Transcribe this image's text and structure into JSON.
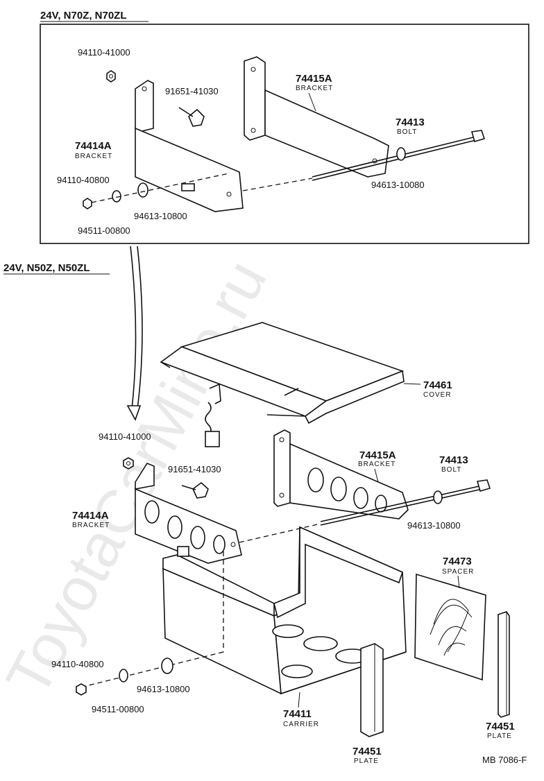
{
  "watermark": "ToyotaCarMine.ru",
  "footer_code": "MB 7086-F",
  "top_panel": {
    "heading": "24V, N70Z, N70ZL",
    "labels": {
      "nut_top": "94110-41000",
      "bolt_small": "91651-41030",
      "bracket_right_num": "74415A",
      "bracket_right_name": "BRACKET",
      "bolt_long_num": "74413",
      "bolt_long_name": "BOLT",
      "bracket_left_num": "74414A",
      "bracket_left_name": "BRACKET",
      "nut_lower": "94110-40800",
      "washer_right": "94613-10080",
      "washer_mid": "94613-10800",
      "lock_washer": "94511-00800"
    }
  },
  "bottom_panel": {
    "heading": "24V, N50Z, N50ZL",
    "labels": {
      "cover_num": "74461",
      "cover_name": "COVER",
      "nut_top": "94110-41000",
      "bolt_small": "91651-41030",
      "bracket_right_num": "74415A",
      "bracket_right_name": "BRACKET",
      "bolt_long_num": "74413",
      "bolt_long_name": "BOLT",
      "bracket_left_num": "74414A",
      "bracket_left_name": "BRACKET",
      "washer_right": "94613-10800",
      "spacer_num": "74473",
      "spacer_name": "SPACER",
      "nut_lower": "94110-40800",
      "washer_mid": "94613-10800",
      "lock_washer": "94511-00800",
      "carrier_num": "74411",
      "carrier_name": "CARRIER",
      "plate_left_num": "74451",
      "plate_left_name": "PLATE",
      "plate_right_num": "74451",
      "plate_right_name": "PLATE"
    }
  }
}
